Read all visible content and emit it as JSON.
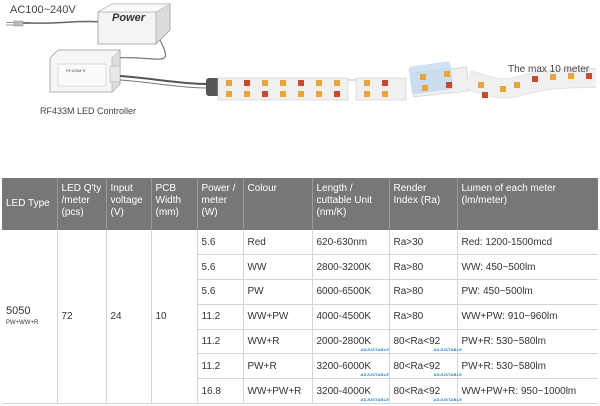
{
  "diagram": {
    "supply_voltage": "AC100~240V",
    "power_label": "Power",
    "controller_label": "RF433M LED Controller",
    "controller_face_text": "RF433M·R",
    "max_length_label": "The max 10 meter"
  },
  "table": {
    "headers": [
      "LED Type",
      "LED Q'ty /meter (pcs)",
      "Input voltage (V)",
      "PCB Width (mm)",
      "Power / meter (W)",
      "Colour",
      "Length / cuttable Unit (nm/K)",
      "Render Index (Ra)",
      "Lumen of each meter (lm/meter)"
    ],
    "led_type": "5050",
    "led_type_sub": "PW+WW+R",
    "led_qty": "72",
    "input_voltage": "24",
    "pcb_width": "10",
    "adjustable_label": "ADJUSTABLE",
    "rows": [
      {
        "power": "5.6",
        "colour": "Red",
        "length": "620-630nm",
        "cri": "Ra>30",
        "lumen": "Red: 1200-1500mcd"
      },
      {
        "power": "5.6",
        "colour": "WW",
        "length": "2800-3200K",
        "cri": "Ra>80",
        "lumen": "WW: 450~500lm"
      },
      {
        "power": "5.6",
        "colour": "PW",
        "length": "6000-6500K",
        "cri": "Ra>80",
        "lumen": "PW: 450~500lm"
      },
      {
        "power": "11.2",
        "colour": "WW+PW",
        "length": "4000-4500K",
        "cri": "Ra>80",
        "lumen": "WW+PW: 910~960lm"
      },
      {
        "power": "11.2",
        "colour": "WW+R",
        "length": "2000-2800K",
        "cri": "80<Ra<92",
        "lumen": "PW+R: 530~580lm"
      },
      {
        "power": "11.2",
        "colour": "PW+R",
        "length": "3200-6000K",
        "cri": "80<Ra<92",
        "lumen": "PW+R: 530~580lm"
      },
      {
        "power": "16.8",
        "colour": "WW+PW+R",
        "length": "3200-4000K",
        "cri": "80<Ra<92",
        "lumen": "WW+PW+R: 950~1000lm"
      }
    ]
  }
}
